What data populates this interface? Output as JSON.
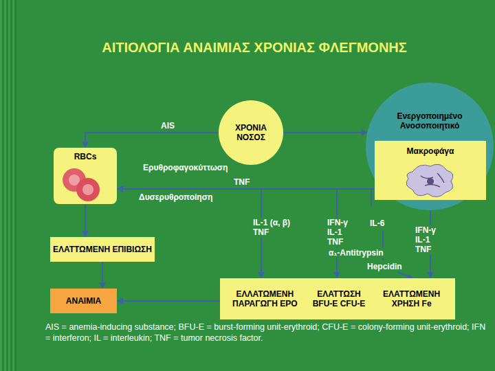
{
  "diagram": {
    "title": "ΑΙΤΙΟΛΟΓΙΑ ΑΝΑΙΜΙΑΣ ΧΡΟΝΙΑΣ ΦΛΕΓΜΟΝΗΣ",
    "caption": "AIS = anemia-inducing substance; BFU-E = burst-forming unit-erythroid; CFU-E = colony-forming unit-erythroid; IFN = interferon; IL = interleukin; TNF = tumor necrosis factor.",
    "nodes": [
      {
        "text": [
          "ΧΡΟΝΙΑ ΝΟΣΟΣ"
        ]
      },
      {
        "text": [
          "Ενεργοποιημένο Ανοσοποιητικό"
        ]
      },
      {
        "text": [
          "Μακροφάγα"
        ],
        "in": 1
      },
      {
        "text": [
          "RBCs"
        ]
      },
      {
        "text": [
          "ΕΛΑΤΤΩΜΕΝΗ ΕΠΙΒΙΩΣΗ"
        ]
      },
      {
        "text": [
          "ΑΝΑΙΜΙΑ"
        ]
      },
      {
        "text": [
          "ΕΛΛΑΤΩΜΕΝΗ ΠΑΡΑΓΩΓΗ ΕΡΟ",
          "ΕΛΑΤΤΩΣΗ BFU-E CFU-E",
          "ΕΛΑΤΤΩΜΕΝΗ ΧΡΗΣΗ Fe"
        ]
      }
    ],
    "edges": [
      {
        "from": 0,
        "to": 3,
        "arrow": "to"
      },
      {
        "from": 0,
        "to": 1,
        "arrow": "to"
      },
      {
        "from": 2,
        "to": 3,
        "arrow": "to"
      },
      {
        "from": 2,
        "to": 6,
        "arrow": "to"
      },
      {
        "from": 2,
        "to": 6,
        "arrow": "to"
      },
      {
        "from": 3,
        "to": 4,
        "arrow": "to"
      },
      {
        "from": 4,
        "to": 5,
        "arrow": "to"
      },
      {
        "from": 6,
        "to": 5,
        "arrow": "to"
      }
    ],
    "labels": [
      "AIS",
      "Ερυθροφαγοκύττωση",
      "TNF",
      "Δυσερυθροποίηση",
      "IL-1 (α, β) TNF",
      "IFN-γ IL-1 TNF",
      "α₁-Antitrypsin",
      "IL-6",
      "Hepcidin",
      "IFN-γ IL-1 TNF"
    ]
  }
}
